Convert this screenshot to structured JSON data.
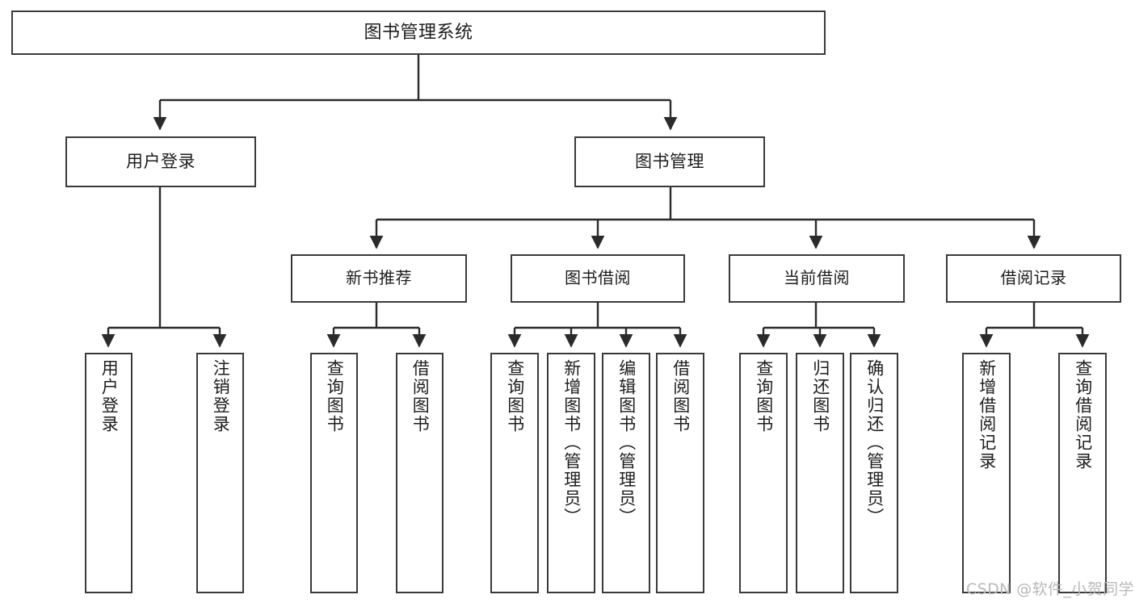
{
  "diagram": {
    "title": "图书管理系统",
    "type": "function-structure-tree",
    "watermark": "CSDN @软件_小贺同学",
    "colors": {
      "box_border": "#3a3a3a",
      "box_fill": "#ffffff",
      "connector": "#2b2b2b",
      "text": "#1d1d1d",
      "watermark": "#b9b9b9",
      "background": "#ffffff"
    },
    "nodes": {
      "root": {
        "label": "图书管理系统"
      },
      "level2": [
        {
          "label": "用户登录"
        },
        {
          "label": "图书管理"
        }
      ],
      "level3": [
        {
          "label": "新书推荐"
        },
        {
          "label": "图书借阅"
        },
        {
          "label": "当前借阅"
        },
        {
          "label": "借阅记录"
        }
      ],
      "leaves_user_login": [
        {
          "label": "用户登录"
        },
        {
          "label": "注销登录"
        }
      ],
      "leaves_new_book": [
        {
          "label": "查询图书"
        },
        {
          "label": "借阅图书"
        }
      ],
      "leaves_borrow": [
        {
          "label": "查询图书"
        },
        {
          "label": "新增图书（管理员）"
        },
        {
          "label": "编辑图书（管理员）"
        },
        {
          "label": "借阅图书"
        }
      ],
      "leaves_current": [
        {
          "label": "查询图书"
        },
        {
          "label": "归还图书"
        },
        {
          "label": "确认归还（管理员）"
        }
      ],
      "leaves_record": [
        {
          "label": "新增借阅记录"
        },
        {
          "label": "查询借阅记录"
        }
      ]
    }
  }
}
